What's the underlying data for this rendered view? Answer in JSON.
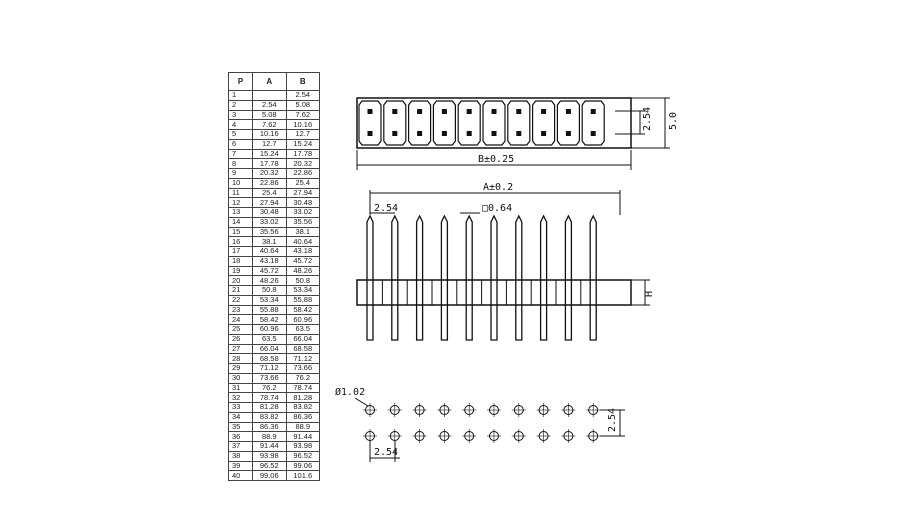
{
  "table": {
    "headers": [
      "P",
      "A",
      "B"
    ],
    "rows": [
      [
        "1",
        "",
        "2.54"
      ],
      [
        "2",
        "2.54",
        "5.08"
      ],
      [
        "3",
        "5.08",
        "7.62"
      ],
      [
        "4",
        "7.62",
        "10.16"
      ],
      [
        "5",
        "10.16",
        "12.7"
      ],
      [
        "6",
        "12.7",
        "15.24"
      ],
      [
        "7",
        "15.24",
        "17.78"
      ],
      [
        "8",
        "17.78",
        "20.32"
      ],
      [
        "9",
        "20.32",
        "22.86"
      ],
      [
        "10",
        "22.86",
        "25.4"
      ],
      [
        "11",
        "25.4",
        "27.94"
      ],
      [
        "12",
        "27.94",
        "30.48"
      ],
      [
        "13",
        "30.48",
        "33.02"
      ],
      [
        "14",
        "33.02",
        "35.56"
      ],
      [
        "15",
        "35.56",
        "38.1"
      ],
      [
        "16",
        "38.1",
        "40.64"
      ],
      [
        "17",
        "40.64",
        "43.18"
      ],
      [
        "18",
        "43.18",
        "45.72"
      ],
      [
        "19",
        "45.72",
        "48.26"
      ],
      [
        "20",
        "48.26",
        "50.8"
      ],
      [
        "21",
        "50.8",
        "53.34"
      ],
      [
        "22",
        "53.34",
        "55.88"
      ],
      [
        "23",
        "55.88",
        "58.42"
      ],
      [
        "24",
        "58.42",
        "60.96"
      ],
      [
        "25",
        "60.96",
        "63.5"
      ],
      [
        "26",
        "63.5",
        "66.04"
      ],
      [
        "27",
        "66.04",
        "68.58"
      ],
      [
        "28",
        "68.58",
        "71.12"
      ],
      [
        "29",
        "71.12",
        "73.66"
      ],
      [
        "30",
        "73.66",
        "76.2"
      ],
      [
        "31",
        "76.2",
        "78.74"
      ],
      [
        "32",
        "78.74",
        "81.28"
      ],
      [
        "33",
        "81.28",
        "83.82"
      ],
      [
        "34",
        "83.82",
        "86.36"
      ],
      [
        "35",
        "86.36",
        "88.9"
      ],
      [
        "36",
        "88.9",
        "91.44"
      ],
      [
        "37",
        "91.44",
        "93.98"
      ],
      [
        "38",
        "93.98",
        "96.52"
      ],
      [
        "39",
        "96.52",
        "99.06"
      ],
      [
        "40",
        "99.06",
        "101.6"
      ]
    ]
  },
  "drawing": {
    "pin_count": 10,
    "top_view": {
      "pitch_label": "2.54",
      "height_label": "5.0",
      "length_label": "B±0.25"
    },
    "side_view": {
      "length_label": "A±0.2",
      "pitch_label": "2.54",
      "pin_size_label": "□0.64",
      "height_label": "H"
    },
    "footprint": {
      "hole_label": "Ø1.02",
      "pitch_x_label": "2.54",
      "pitch_y_label": "2.54"
    }
  }
}
